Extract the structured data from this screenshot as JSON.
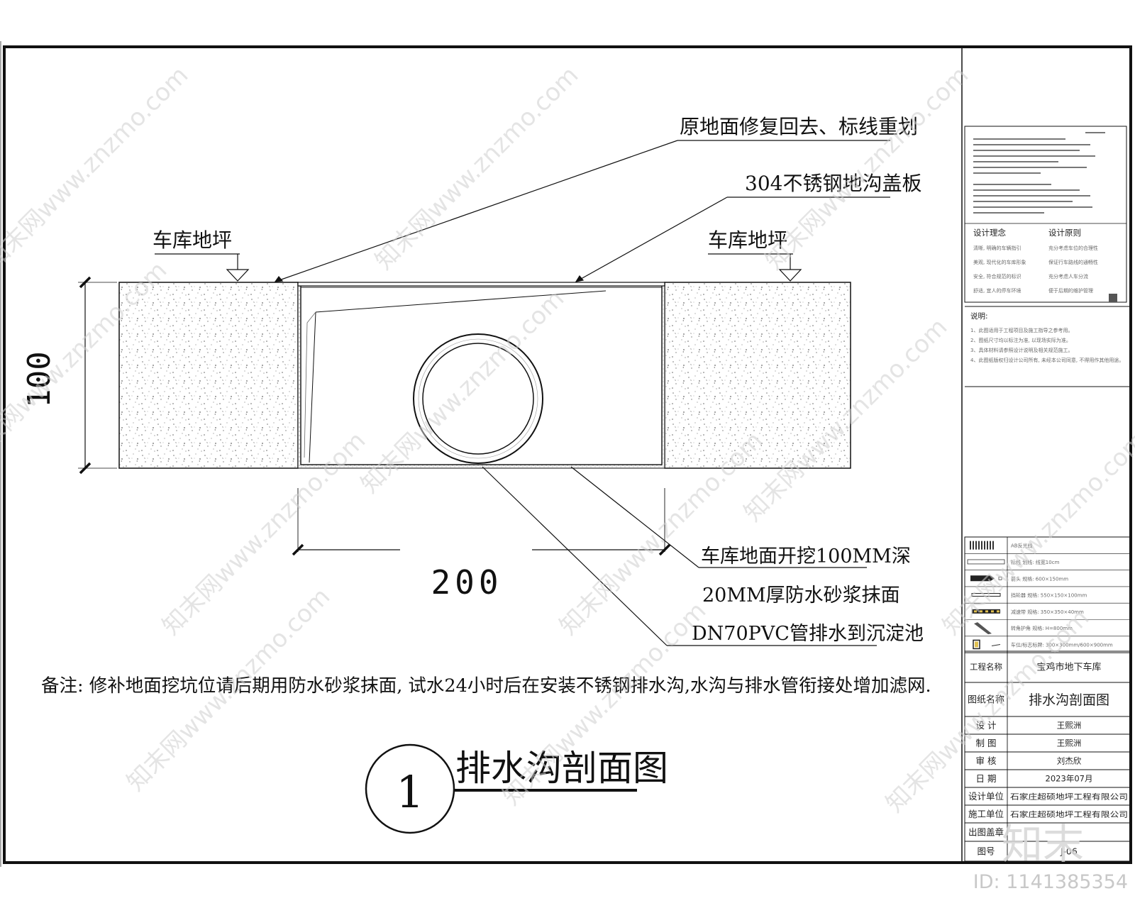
{
  "drawing": {
    "callouts": {
      "surface_restore": "原地面修复回去、标线重划",
      "cover_plate": "304不锈钢地沟盖板",
      "floor_left": "车库地坪",
      "floor_right": "车库地坪",
      "excavate": "车库地面开挖100MM深",
      "mortar": "20MM厚防水砂浆抹面",
      "pipe": "DN70PVC管排水到沉淀池"
    },
    "dimensions": {
      "height": "100",
      "width": "200"
    },
    "note": "备注: 修补地面挖坑位请后期用防水砂浆抹面, 试水24小时后在安装不锈钢排水沟,水沟与排水管衔接处增加滤网.",
    "section_number": "1",
    "section_title": "排水沟剖面图"
  },
  "title_block": {
    "design_principles": {
      "heading_left": "设计理念",
      "heading_right": "设计原则",
      "rows": [
        [
          "清晰, 明确的车辆指引",
          "充分考虑车位的合理性"
        ],
        [
          "美观, 现代化的车库形象",
          "保证行车路线的通畅性"
        ],
        [
          "安全, 符合规范的标识",
          "充分考虑人车分流"
        ],
        [
          "舒适, 宜人的停车环境",
          "便于后期的维护管理"
        ]
      ]
    },
    "notes": {
      "heading": "说明:",
      "items": [
        "1、此图适用于工程项目及施工指导之参考用。",
        "2、图纸尺寸均以标注为准, 以现场实际为准。",
        "3、具体材料请参照设计说明及相关规范施工。",
        "4、此图纸版权归设计公司所有, 未经本公司同意, 不得用作其他用途。"
      ]
    },
    "legend": [
      {
        "name": "AB反光线",
        "icon": "reflective-stripe-icon"
      },
      {
        "name": "标线 划线: 线宽10cm",
        "icon": "marking-line-icon"
      },
      {
        "name": "箭头 规格: 600×150mm",
        "icon": "arrow-icon"
      },
      {
        "name": "挡轮器 规格: 550×150×100mm",
        "icon": "wheel-stopper-icon"
      },
      {
        "name": "减速带 规格: 350×350×40mm",
        "icon": "speed-bump-icon"
      },
      {
        "name": "转角护角 规格: H=800mm",
        "icon": "corner-guard-icon"
      },
      {
        "name": "车位/标志标牌: 300×300mm/600×900mm",
        "icon": "sign-icon"
      }
    ],
    "project_label": "工程名称",
    "project_value": "宝鸡市地下车库",
    "drawing_name_label": "图纸名称",
    "drawing_name_value": "排水沟剖面图",
    "design_label": "设 计",
    "design_value": "王熙洲",
    "draft_label": "制 图",
    "draft_value": "王熙洲",
    "review_label": "审 核",
    "review_value": "刘杰欣",
    "date_label": "日 期",
    "date_value": "2023年07月",
    "design_unit_label": "设计单位",
    "design_unit_value": "石家庄超硕地坪工程有限公司",
    "build_unit_label": "施工单位",
    "build_unit_value": "石家庄超硕地坪工程有限公司",
    "stamp_label": "出图盖章",
    "number_label": "图号",
    "number_value": "J-06"
  },
  "overlay": {
    "watermark": "知末网www.znzmo.com",
    "logo": "知末",
    "id_label": "ID: 1141385354"
  },
  "colors": {
    "line": "#111111",
    "watermark": "#cfcfcf",
    "hatch": "#6a6a6a"
  }
}
